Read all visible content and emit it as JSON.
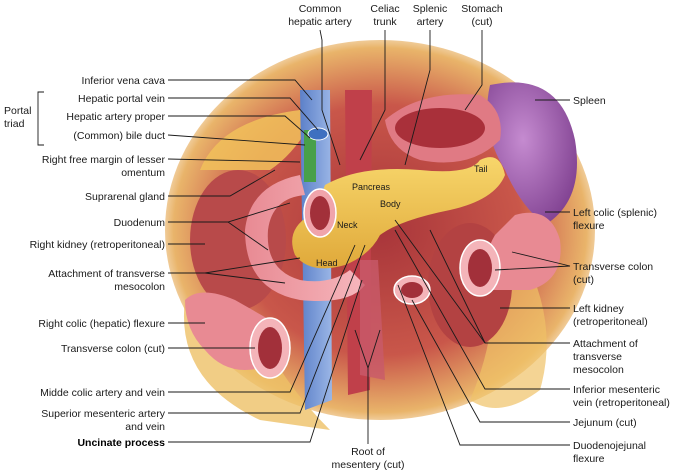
{
  "top_labels": {
    "common_hepatic_artery": [
      "Common",
      "hepatic artery"
    ],
    "celiac_trunk": [
      "Celiac",
      "trunk"
    ],
    "splenic_artery": [
      "Splenic",
      "artery"
    ],
    "stomach_cut": [
      "Stomach",
      "(cut)"
    ]
  },
  "left_labels": {
    "inferior_vena_cava": "Inferior vena cava",
    "portal_triad": [
      "Portal",
      "triad"
    ],
    "hepatic_portal_vein": "Hepatic portal vein",
    "hepatic_artery_proper": "Hepatic artery proper",
    "common_bile_duct": "(Common) bile duct",
    "right_free_margin": [
      "Right free margin of lesser",
      "omentum"
    ],
    "suprarenal_gland": "Suprarenal gland",
    "duodenum": "Duodenum",
    "right_kidney": "Right kidney (retroperitoneal)",
    "attachment_transverse_left": [
      "Attachment of transverse",
      "mesocolon"
    ],
    "right_colic_flexure": "Right colic (hepatic) flexure",
    "transverse_colon_left": "Transverse colon (cut)",
    "middle_colic": "Midde colic artery and vein",
    "superior_mesenteric": [
      "Superior mesenteric artery",
      "and vein"
    ],
    "uncinate_process": "Uncinate process"
  },
  "bottom_labels": {
    "root_of_mesentery": [
      "Root of",
      "mesentery (cut)"
    ]
  },
  "right_labels": {
    "spleen": "Spleen",
    "left_colic_flexure": [
      "Left colic (splenic)",
      "flexure"
    ],
    "transverse_colon_right": [
      "Transverse colon",
      "(cut)"
    ],
    "left_kidney": [
      "Left kidney",
      "(retroperitoneal)"
    ],
    "attachment_transverse_right": [
      "Attachment of",
      "transverse",
      "mesocolon"
    ],
    "inferior_mesenteric_vein": [
      "Inferior mesenteric",
      "vein (retroperitoneal)"
    ],
    "jejunum": "Jejunum (cut)",
    "duodenojejunal": [
      "Duodenojejunal",
      "flexure"
    ]
  },
  "organ_labels": {
    "pancreas": "Pancreas",
    "tail": "Tail",
    "body": "Body",
    "neck": "Neck",
    "head": "Head"
  }
}
